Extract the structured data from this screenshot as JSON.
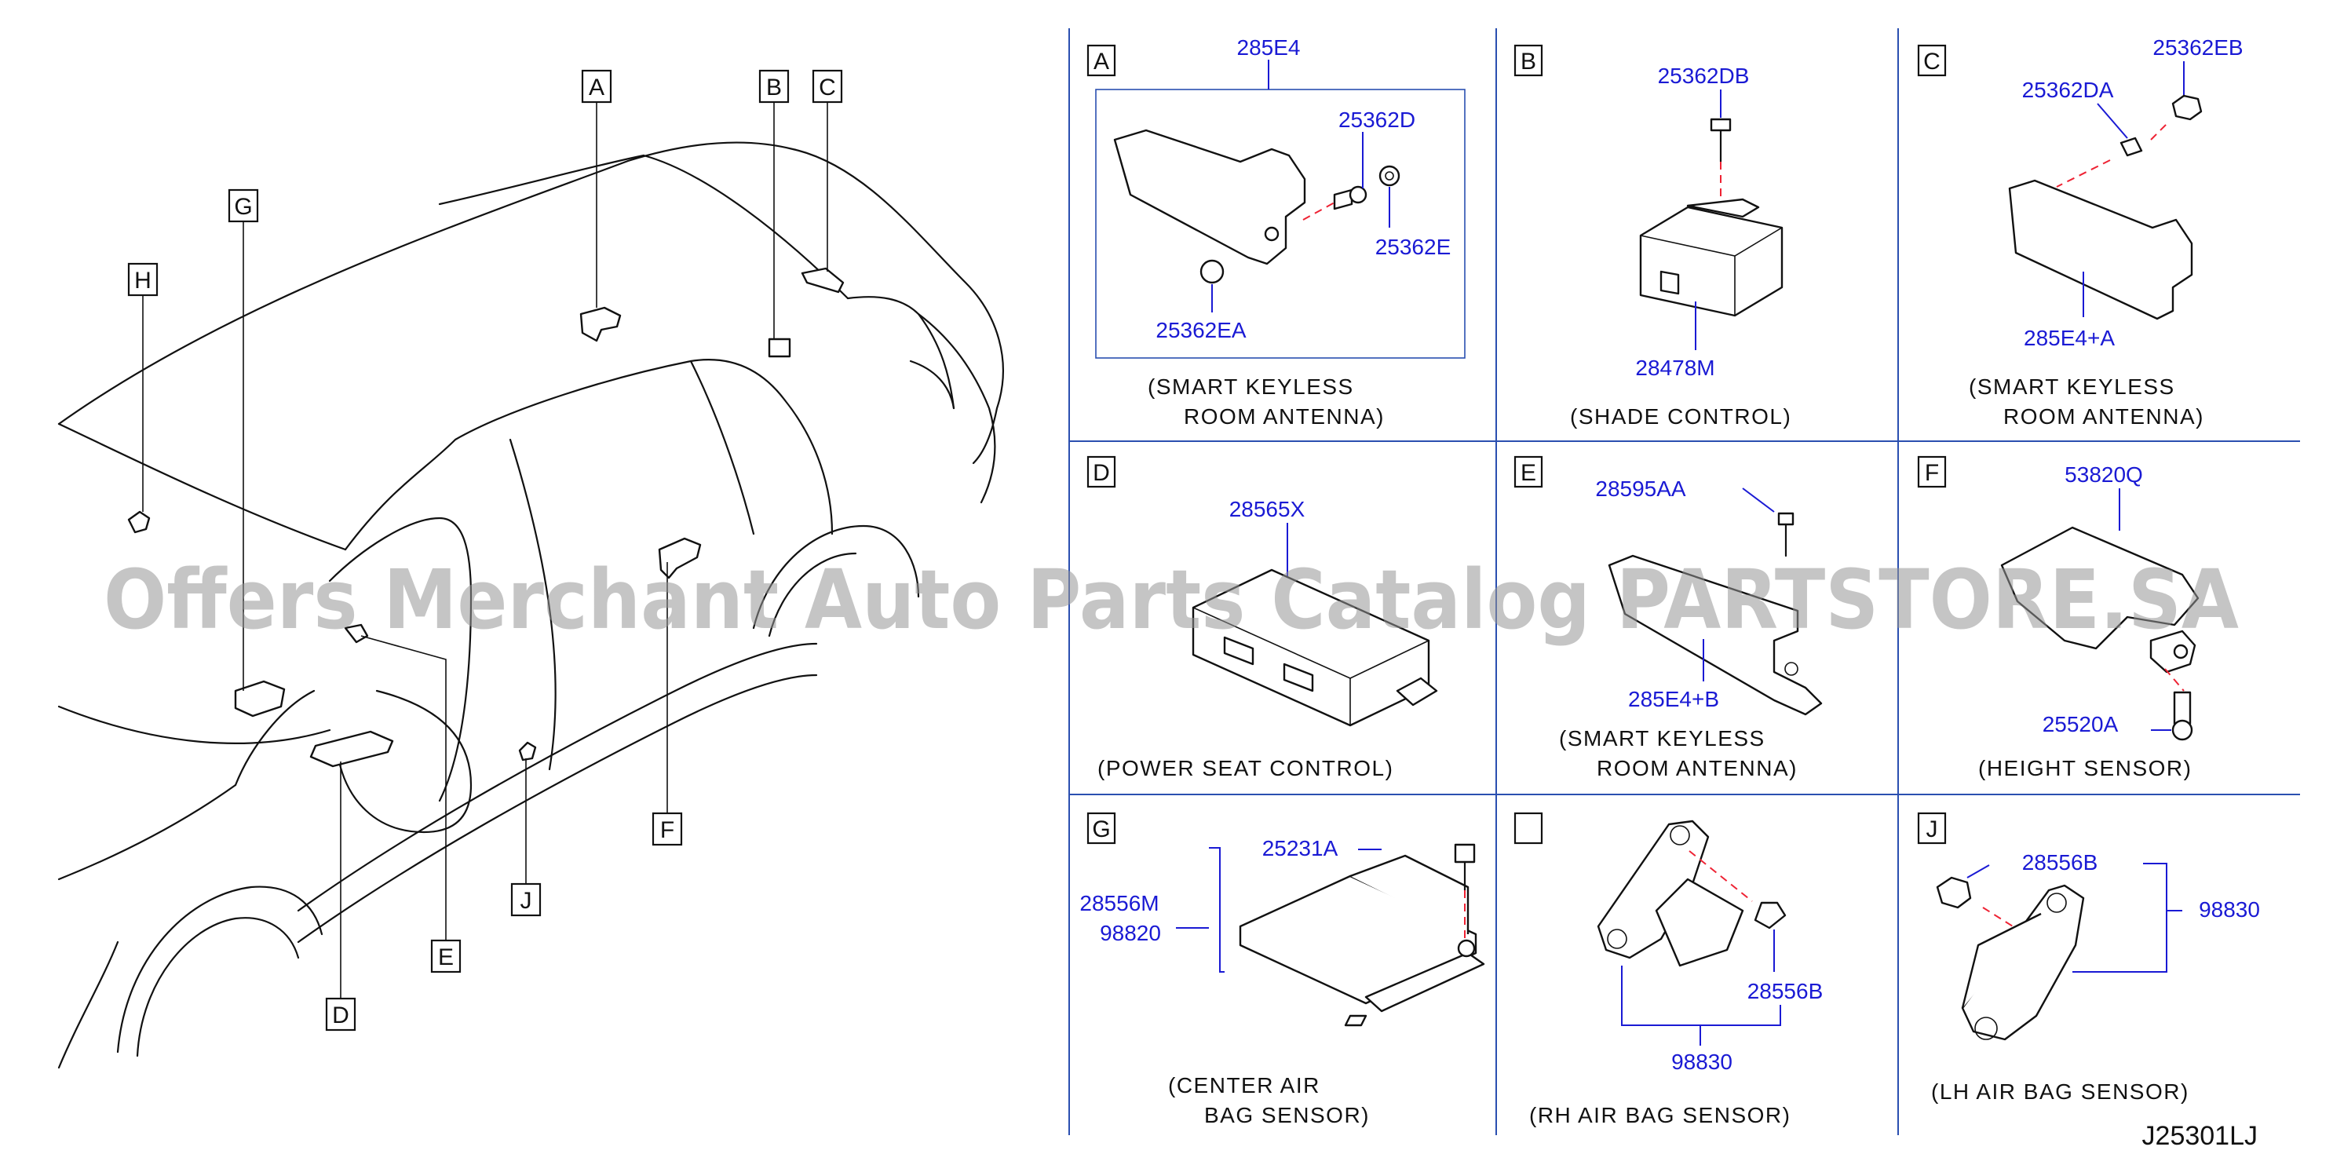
{
  "overview_labels": {
    "A": "A",
    "B": "B",
    "C": "C",
    "D": "D",
    "E": "E",
    "F": "F",
    "G": "G",
    "H": "H",
    "J": "J"
  },
  "panels": {
    "A": {
      "letter": "A",
      "parts": [
        "285E4",
        "25362D",
        "25362E",
        "25362EA"
      ],
      "caption_line1": "(SMART   KEYLESS",
      "caption_line2": "ROOM   ANTENNA)"
    },
    "B": {
      "letter": "B",
      "parts": [
        "25362DB",
        "28478M"
      ],
      "caption_line1": "(SHADE   CONTROL)"
    },
    "C": {
      "letter": "C",
      "parts": [
        "25362EB",
        "25362DA",
        "285E4+A"
      ],
      "caption_line1": "(SMART   KEYLESS",
      "caption_line2": "ROOM   ANTENNA)"
    },
    "D": {
      "letter": "D",
      "parts": [
        "28565X"
      ],
      "caption_line1": "(POWER   SEAT   CONTROL)"
    },
    "E": {
      "letter": "E",
      "parts": [
        "28595AA",
        "285E4+B"
      ],
      "caption_line1": "(SMART   KEYLESS",
      "caption_line2": "ROOM   ANTENNA)"
    },
    "F": {
      "letter": "F",
      "parts": [
        "53820Q",
        "25520A"
      ],
      "caption_line1": "(HEIGHT   SENSOR)"
    },
    "G": {
      "letter": "G",
      "parts": [
        "25231A",
        "28556M",
        "98820"
      ],
      "caption_line1": "(CENTER   AIR",
      "caption_line2": "BAG   SENSOR)"
    },
    "H": {
      "letter": "",
      "parts": [
        "28556B",
        "98830"
      ],
      "caption_line1": "(RH   AIR   BAG   SENSOR)"
    },
    "J": {
      "letter": "J",
      "parts": [
        "28556B",
        "98830"
      ],
      "caption_line1": "(LH   AIR   BAG   SENSOR)"
    }
  },
  "drawing_code": "J25301LJ",
  "watermark": "Offers Merchant Auto Parts Catalog PARTSTORE.SA",
  "colors": {
    "part_number": "#1a1ad4",
    "leader_dash": "#e23333",
    "grid": "#2a4fb0"
  }
}
